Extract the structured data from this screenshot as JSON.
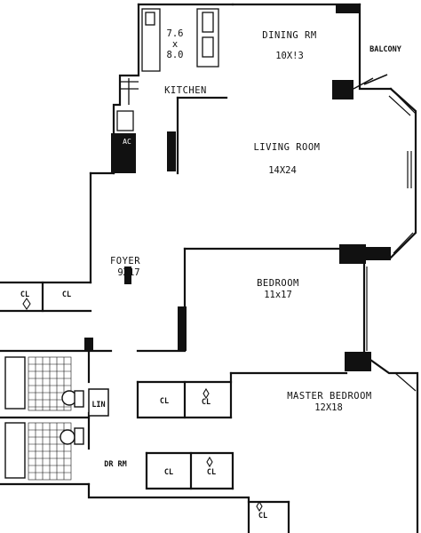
{
  "plan": {
    "kitchen_dims": {
      "w": "7.6",
      "x": "x",
      "h": "8.0"
    },
    "rooms": {
      "dining": {
        "name": "DINING RM",
        "dims": "10X!3"
      },
      "balcony": {
        "name": "BALCONY"
      },
      "kitchen": {
        "name": "KITCHEN"
      },
      "living": {
        "name": "LIVING ROOM",
        "dims": "14X24"
      },
      "foyer": {
        "name": "FOYER",
        "dims": "9X17"
      },
      "bedroom": {
        "name": "BEDROOM",
        "dims": "11x17"
      },
      "master": {
        "name": "MASTER BEDROOM",
        "dims": "12X18"
      },
      "dressing": {
        "name": "DR RM"
      },
      "linen": {
        "name": "LIN"
      }
    },
    "fixtures": {
      "ac": "AC"
    },
    "closets": {
      "foyer_left": "CL",
      "foyer_right": "CL",
      "hall_1": "CL",
      "hall_2": "CL",
      "dr_1": "CL",
      "dr_2": "CL",
      "master_bottom": "CL"
    }
  }
}
